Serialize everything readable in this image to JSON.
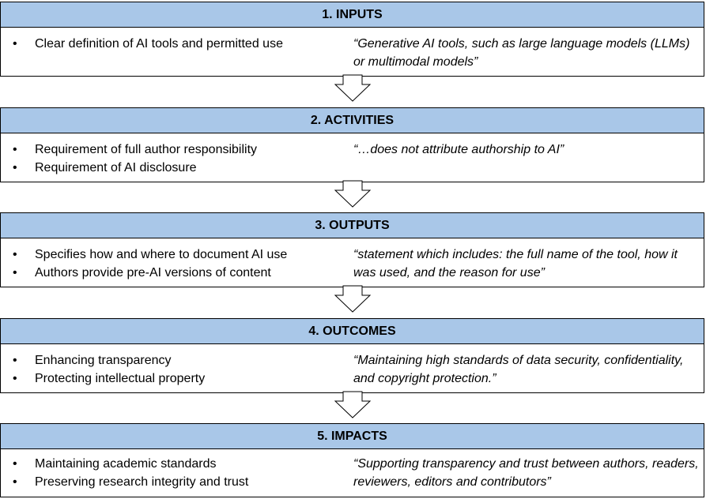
{
  "sections": [
    {
      "title": "1. INPUTS",
      "bullets": [
        "Clear definition of AI tools and permitted use"
      ],
      "quote": "“Generative AI tools, such as large language models (LLMs) or multimodal models”"
    },
    {
      "title": "2. ACTIVITIES",
      "bullets": [
        "Requirement of full author responsibility",
        "Requirement of AI disclosure"
      ],
      "quote": "“…does not attribute authorship to AI”"
    },
    {
      "title": "3. OUTPUTS",
      "bullets": [
        "Specifies how and where to document AI use",
        "Authors provide pre-AI versions of content"
      ],
      "quote": "“statement which includes: the full name of the tool, how it was used, and the reason for use”"
    },
    {
      "title": "4. OUTCOMES",
      "bullets": [
        "Enhancing transparency",
        "Protecting intellectual property"
      ],
      "quote": "“Maintaining high standards of data security, confidentiality, and copyright protection.”"
    },
    {
      "title": "5. IMPACTS",
      "bullets": [
        "Maintaining academic standards",
        "Preserving research integrity and trust"
      ],
      "quote": "“Supporting transparency and trust between authors, readers, reviewers, editors and contributors”"
    }
  ]
}
